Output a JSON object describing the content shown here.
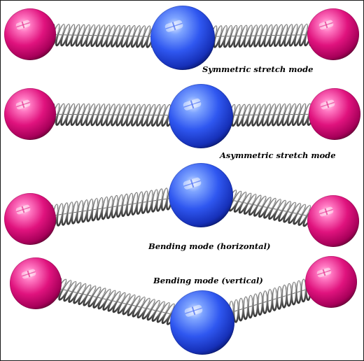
{
  "modes": [
    {
      "id": "symmetric",
      "caption": "Symmetric stretch mode",
      "atoms": [
        {
          "role": "outer",
          "color": "pink"
        },
        {
          "role": "center",
          "color": "blue"
        },
        {
          "role": "outer",
          "color": "pink"
        }
      ]
    },
    {
      "id": "asymmetric",
      "caption": "Asymmetric stretch mode",
      "atoms": [
        {
          "role": "outer",
          "color": "pink"
        },
        {
          "role": "center",
          "color": "blue"
        },
        {
          "role": "outer",
          "color": "pink"
        }
      ]
    },
    {
      "id": "bending-horizontal",
      "caption": "Bending mode (horizontal)",
      "atoms": [
        {
          "role": "outer",
          "color": "pink"
        },
        {
          "role": "center",
          "color": "blue"
        },
        {
          "role": "outer",
          "color": "pink"
        }
      ]
    },
    {
      "id": "bending-vertical",
      "caption": "Bending mode (vertical)",
      "atoms": [
        {
          "role": "outer",
          "color": "pink"
        },
        {
          "role": "center",
          "color": "blue"
        },
        {
          "role": "outer",
          "color": "pink"
        }
      ]
    }
  ],
  "colors": {
    "outer_atom": "#e0137e",
    "center_atom": "#2f57f0",
    "spring": "#8a8a8a",
    "border": "#1a1a1a"
  }
}
